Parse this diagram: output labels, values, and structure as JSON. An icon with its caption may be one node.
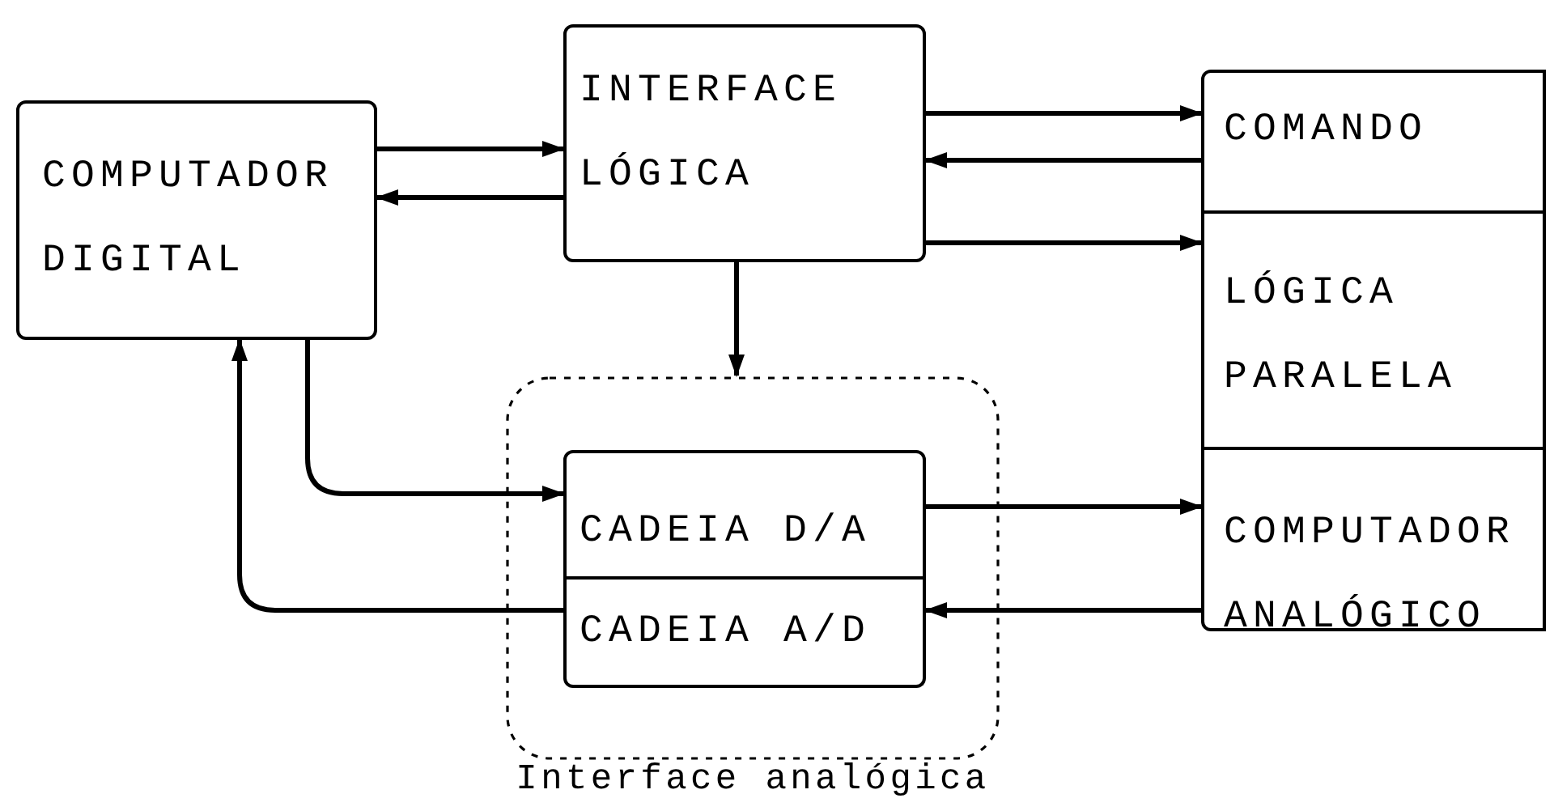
{
  "diagram": {
    "nodes": [
      {
        "text": [
          "COMPUTADOR DIGITAL"
        ]
      },
      {
        "text": [
          "INTERFACE LÓGICA"
        ]
      },
      {
        "text": [
          "Interface analógica"
        ]
      },
      {
        "text": [
          "CADEIA D/A"
        ],
        "in": 2
      },
      {
        "text": [
          "CADEIA A/D"
        ],
        "in": 2
      },
      {
        "text": [
          "COMANDO"
        ]
      },
      {
        "text": [
          "LÓGICA PARALELA"
        ]
      },
      {
        "text": [
          "COMPUTADOR ANALÓGICO"
        ]
      }
    ],
    "edges": [
      {
        "from": 0,
        "to": 1,
        "arrow": "to"
      },
      {
        "from": 1,
        "to": 0,
        "arrow": "to"
      },
      {
        "from": 1,
        "to": 5,
        "arrow": "to"
      },
      {
        "from": 5,
        "to": 1,
        "arrow": "to"
      },
      {
        "from": 1,
        "to": 6,
        "arrow": "to"
      },
      {
        "from": 1,
        "to": 2,
        "arrow": "to"
      },
      {
        "from": 0,
        "to": 3,
        "arrow": "to"
      },
      {
        "from": 4,
        "to": 0,
        "arrow": "to"
      },
      {
        "from": 3,
        "to": 7,
        "arrow": "to"
      },
      {
        "from": 7,
        "to": 4,
        "arrow": "to"
      }
    ]
  }
}
